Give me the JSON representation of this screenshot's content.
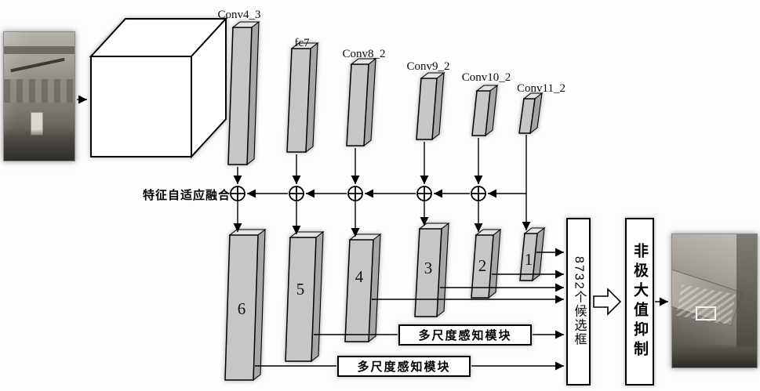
{
  "diagram": {
    "backbone_labels": [
      "Conv4_3",
      "fc7",
      "Conv8_2",
      "Conv9_2",
      "Conv10_2",
      "Conv11_2"
    ],
    "fusion_label": "特征自适应融合",
    "feature_map_numbers": [
      "6",
      "5",
      "4",
      "3",
      "2",
      "1"
    ],
    "module_labels": [
      "多尺度感知模块",
      "多尺度感知模块"
    ],
    "candidates_label": "8732个候选框",
    "nms_label": "非极大值抑制",
    "icons": {
      "fusion_operator": "circle-plus-icon",
      "flow_arrow": "block-arrow-right-icon"
    },
    "colors": {
      "slab_fill": "#c6c6c6",
      "slab_top": "#e4e4e4",
      "slab_side": "#a6a6a6",
      "line": "#000000",
      "box_background": "#ffffff",
      "canvas_background": "#fdfdfd"
    }
  }
}
